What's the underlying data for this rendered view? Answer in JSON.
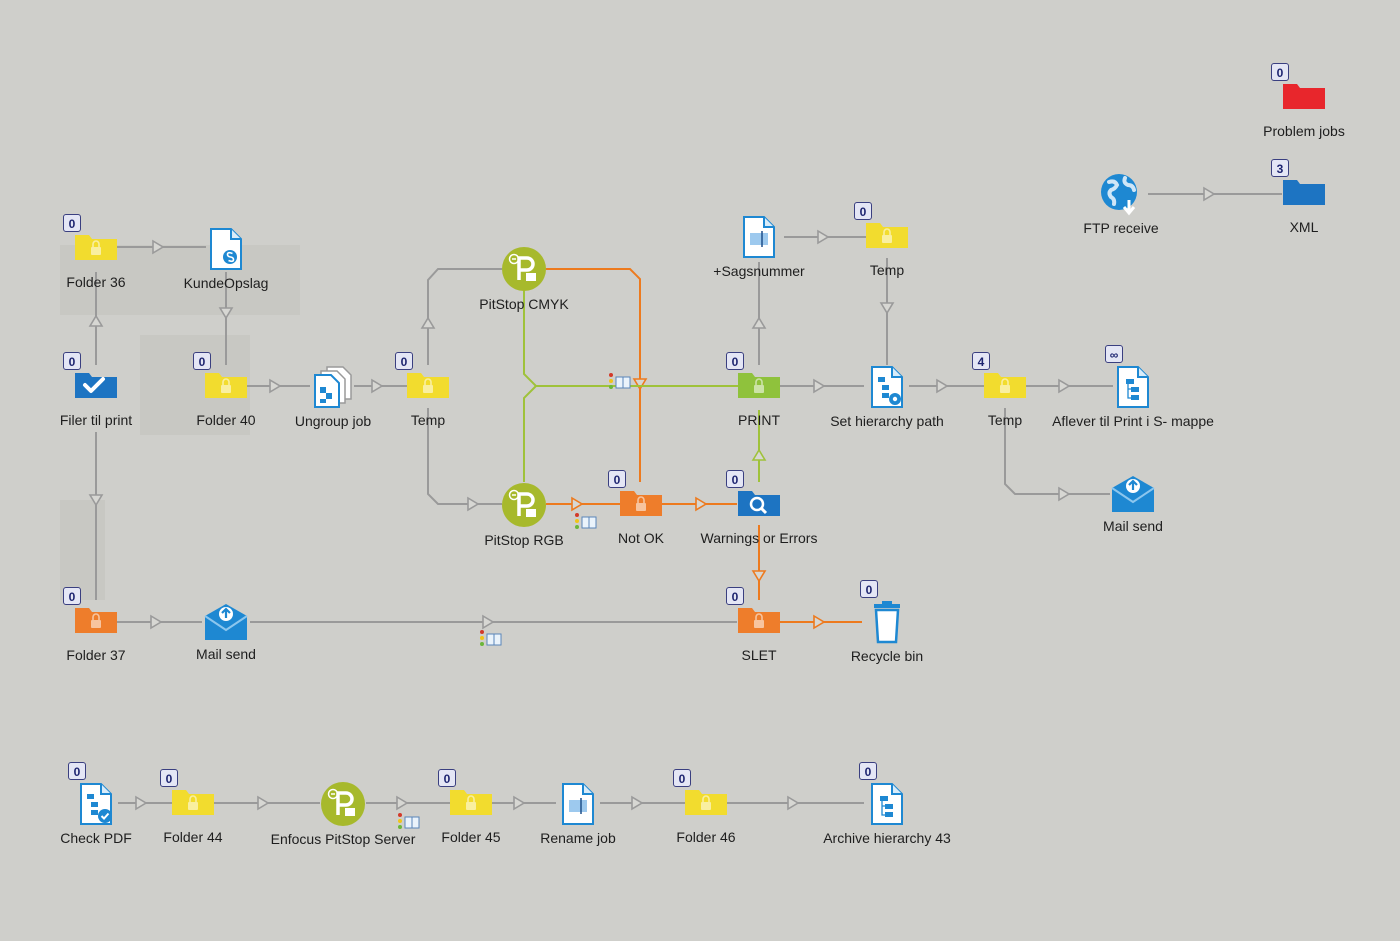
{
  "colors": {
    "canvas_bg": "#cfcfcb",
    "gray_connection": "#9a9a9a",
    "orange_connection": "#ed7a1e",
    "green_connection": "#9fc23a",
    "folder_yellow": "#f2dc2e",
    "folder_orange": "#ee7d2b",
    "folder_green": "#8fc23c",
    "folder_red": "#e8262c",
    "folder_blue": "#1d74c2",
    "badge_border": "#3a3f80"
  },
  "flow": {
    "folder36": {
      "label": "Folder 36",
      "badge": "0",
      "icon": "folder-icon"
    },
    "kundeopslag": {
      "label": "KundeOpslag",
      "icon": "script-icon"
    },
    "filer_til_print": {
      "label": "Filer til print",
      "badge": "0",
      "icon": "checkbox-submit-icon"
    },
    "folder40": {
      "label": "Folder 40",
      "badge": "0",
      "icon": "folder-icon"
    },
    "ungroup_job": {
      "label": "Ungroup job",
      "icon": "ungroup-documents-icon"
    },
    "temp1": {
      "label": "Temp",
      "badge": "0",
      "icon": "folder-icon"
    },
    "pitstop_cmyk": {
      "label": "PitStop CMYK",
      "icon": "pitstop-icon"
    },
    "pitstop_rgb": {
      "label": "PitStop RGB",
      "icon": "pitstop-icon"
    },
    "not_ok": {
      "label": "Not OK",
      "badge": "0",
      "icon": "folder-icon"
    },
    "warnings": {
      "label": "Warnings or Errors",
      "badge": "0",
      "icon": "search-icon"
    },
    "sagsnummer": {
      "label": "+Sagsnummer",
      "icon": "rename-document-icon"
    },
    "temp2": {
      "label": "Temp",
      "badge": "0",
      "icon": "folder-icon"
    },
    "print": {
      "label": "PRINT",
      "badge": "0",
      "icon": "folder-icon"
    },
    "set_hierarchy": {
      "label": "Set hierarchy path",
      "icon": "hierarchy-settings-icon"
    },
    "temp3": {
      "label": "Temp",
      "badge": "4",
      "icon": "folder-icon"
    },
    "aflever": {
      "label": "Aflever til Print i S- mappe",
      "badge": "∞",
      "icon": "hierarchy-document-icon"
    },
    "mail_send2": {
      "label": "Mail send",
      "icon": "mail-send-icon"
    },
    "folder37": {
      "label": "Folder 37",
      "badge": "0",
      "icon": "folder-icon"
    },
    "mail_send1": {
      "label": "Mail send",
      "icon": "mail-send-icon"
    },
    "slet": {
      "label": "SLET",
      "badge": "0",
      "icon": "folder-icon"
    },
    "recycle_bin": {
      "label": "Recycle bin",
      "badge": "0",
      "icon": "trash-icon"
    },
    "problem_jobs": {
      "label": "Problem jobs",
      "badge": "0",
      "icon": "problem-folder-icon"
    },
    "ftp_receive": {
      "label": "FTP receive",
      "icon": "globe-download-icon"
    },
    "xml": {
      "label": "XML",
      "badge": "3",
      "icon": "folder-icon"
    },
    "check_pdf": {
      "label": "Check PDF",
      "badge": "0",
      "icon": "check-pdf-icon"
    },
    "folder44": {
      "label": "Folder 44",
      "badge": "0",
      "icon": "folder-icon"
    },
    "enfocus_pitstop": {
      "label": "Enfocus PitStop Server",
      "icon": "pitstop-icon"
    },
    "folder45": {
      "label": "Folder 45",
      "badge": "0",
      "icon": "folder-icon"
    },
    "rename_job": {
      "label": "Rename job",
      "icon": "rename-document-icon"
    },
    "folder46": {
      "label": "Folder 46",
      "badge": "0",
      "icon": "folder-icon"
    },
    "archive_hierarchy": {
      "label": "Archive hierarchy 43",
      "badge": "0",
      "icon": "hierarchy-document-icon"
    }
  }
}
